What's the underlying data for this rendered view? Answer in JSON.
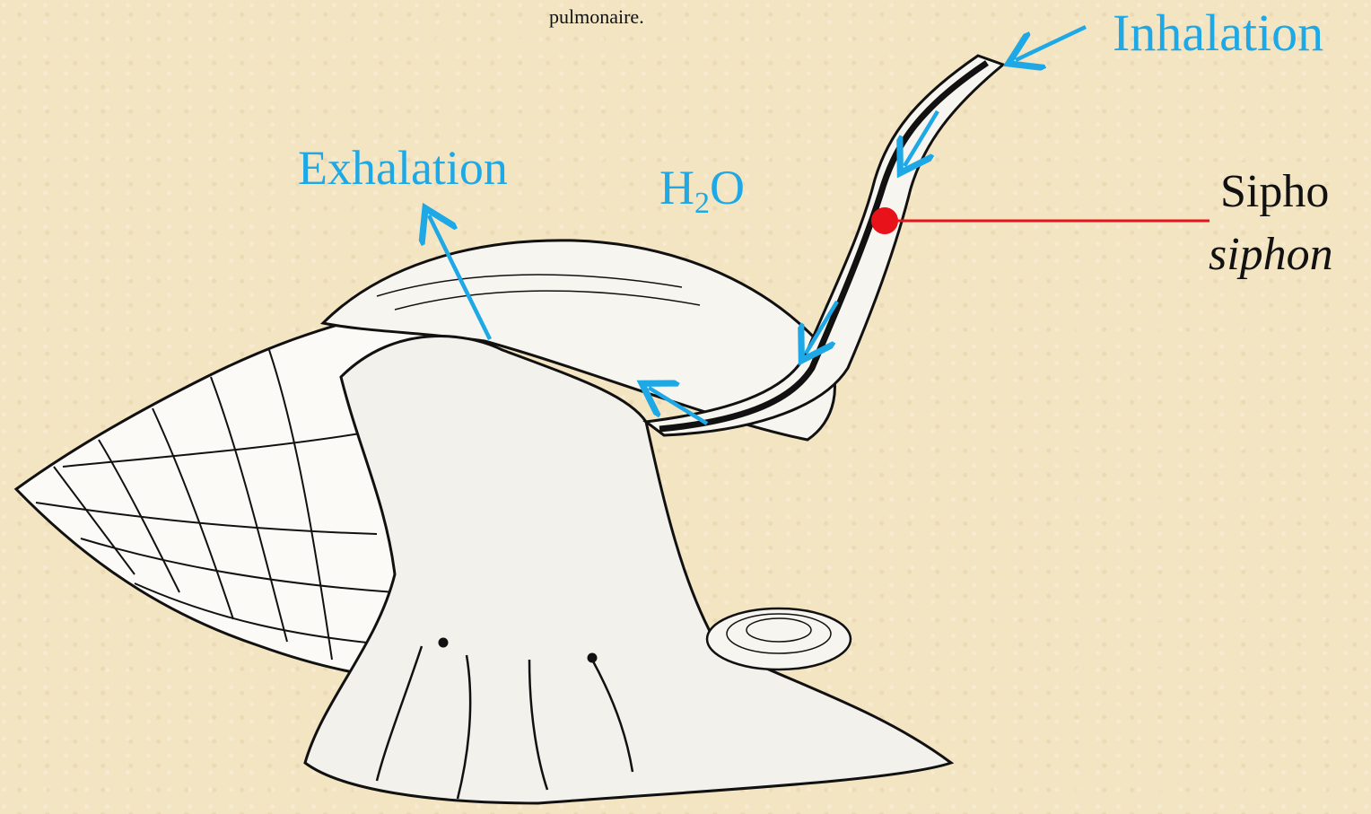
{
  "caption": "pulmonaire.",
  "labels": {
    "inhalation": "Inhalation",
    "exhalation": "Exhalation",
    "h2o_h": "H",
    "h2o_sub": "2",
    "h2o_o": "O",
    "sipho": "Sipho",
    "siphon": "siphon"
  },
  "colors": {
    "background": "#f3e4c2",
    "arrows_and_labels": "#1ea8e6",
    "pointer": "#e8121a",
    "drawing": "#111111"
  }
}
